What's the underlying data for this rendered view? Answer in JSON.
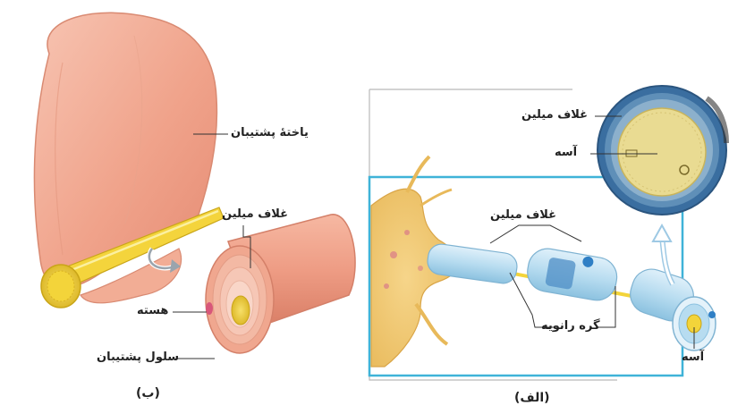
{
  "panel_b": {
    "caption": "(ب)",
    "labels": {
      "supporting_cell_expanded": "یاختهٔ پشتیبان",
      "myelin_sheath": "غلاف میلین",
      "nucleus": "هسته",
      "supporting_cell": "سلول پشتیبان"
    }
  },
  "panel_a": {
    "caption": "(الف)",
    "labels": {
      "myelin_sheath_top": "غلاف میلین",
      "axon_top": "آسه",
      "myelin_sheath": "غلاف میلین",
      "node_of_ranvier": "گره رانویه",
      "axon_bottom": "آسه"
    }
  },
  "colors": {
    "schwann_pink": "#f1a88f",
    "axon_yellow": "#f3d43a",
    "myelin_blue": "#9ec9e4",
    "frame_teal": "#3fb3d8"
  }
}
